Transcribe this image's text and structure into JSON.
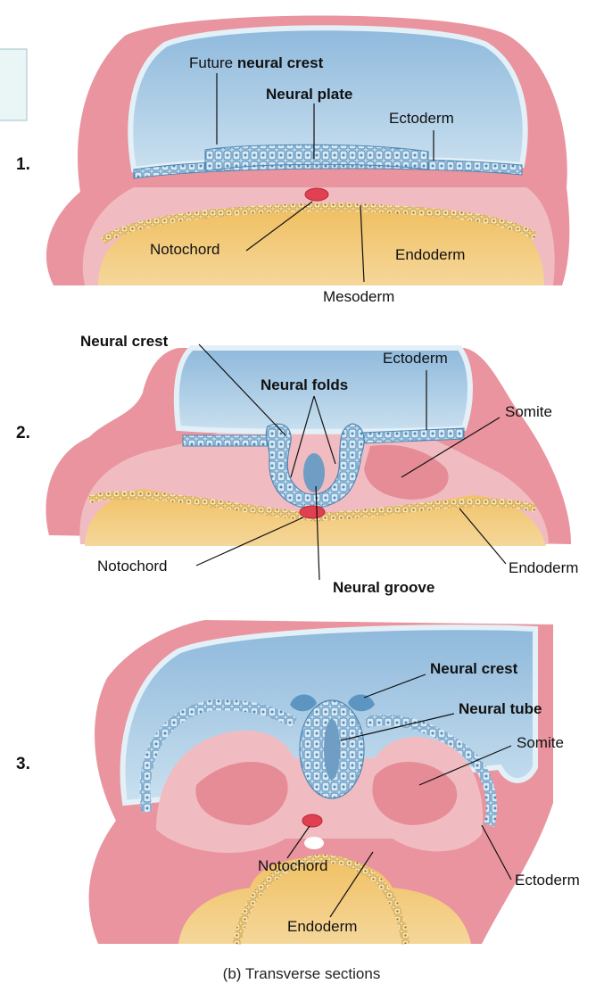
{
  "stages": [
    {
      "number": "1.",
      "labels": {
        "future_neural_crest_prefix": "Future ",
        "future_neural_crest_bold": "neural crest",
        "neural_plate": "Neural plate",
        "ectoderm": "Ectoderm",
        "notochord": "Notochord",
        "endoderm": "Endoderm",
        "mesoderm": "Mesoderm"
      }
    },
    {
      "number": "2.",
      "labels": {
        "neural_crest": "Neural crest",
        "ectoderm": "Ectoderm",
        "neural_folds": "Neural folds",
        "somite": "Somite",
        "notochord": "Notochord",
        "endoderm": "Endoderm",
        "neural_groove": "Neural groove"
      }
    },
    {
      "number": "3.",
      "labels": {
        "neural_crest": "Neural crest",
        "neural_tube": "Neural tube",
        "somite": "Somite",
        "notochord": "Notochord",
        "ectoderm": "Ectoderm",
        "endoderm": "Endoderm"
      }
    }
  ],
  "caption": "(b) Transverse sections",
  "colors": {
    "ectoderm_blue": "#a9cce4",
    "ectoderm_blue_dark": "#5d95c2",
    "mesoderm_pink": "#eeb1b7",
    "outer_pink": "#e9949e",
    "endoderm_yellow": "#f2c46b",
    "endoderm_cells": "#f6df9a",
    "notochord_red": "#e0404f",
    "legend_box": "#eaf5f6"
  }
}
